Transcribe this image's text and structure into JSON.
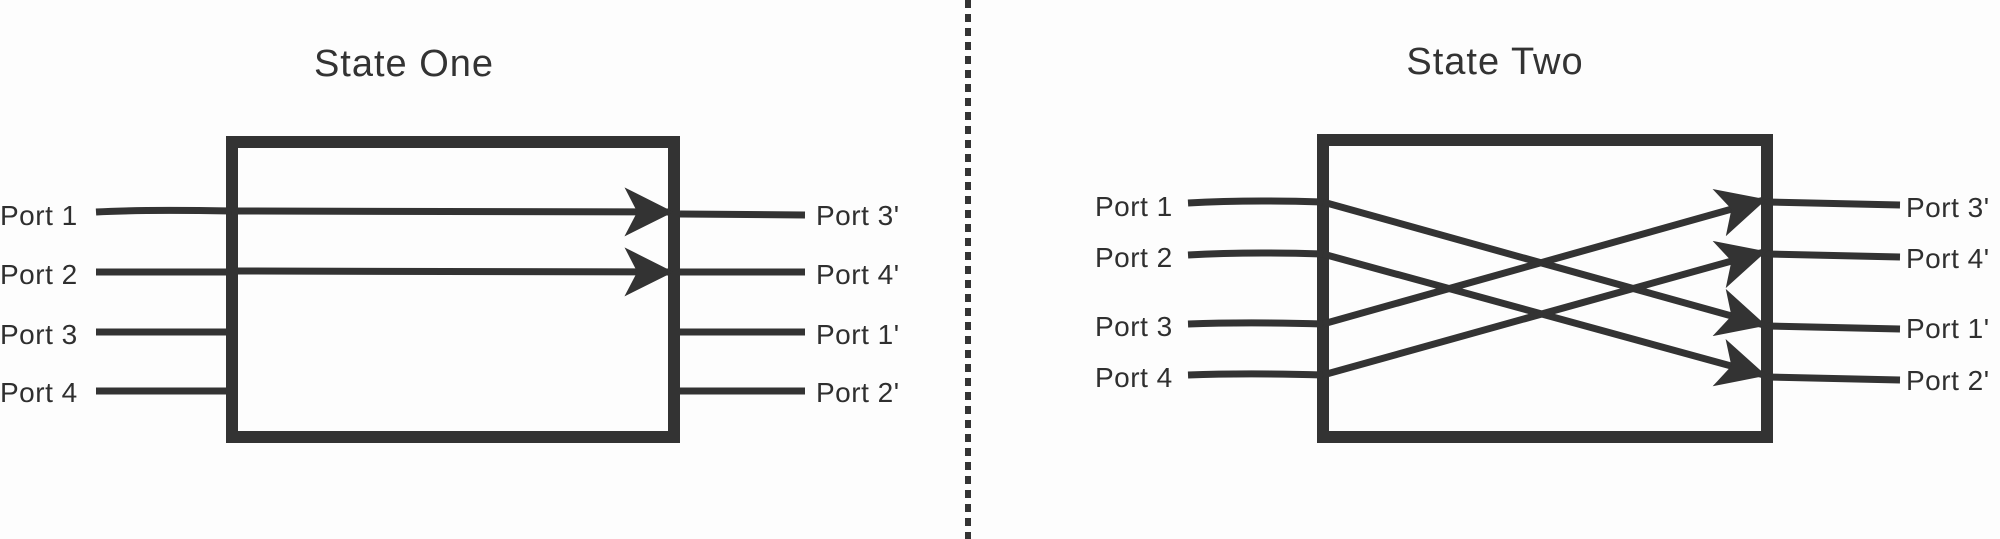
{
  "state_one": {
    "title": "State One",
    "inputs": [
      "Port 1",
      "Port 2",
      "Port 3",
      "Port 4"
    ],
    "outputs": [
      "Port 3'",
      "Port 4'",
      "Port 1'",
      "Port 2'"
    ]
  },
  "state_two": {
    "title": "State Two",
    "inputs": [
      "Port 1",
      "Port 2",
      "Port 3",
      "Port 4"
    ],
    "outputs": [
      "Port 3'",
      "Port 4'",
      "Port 1'",
      "Port 2'"
    ]
  },
  "colors": {
    "ink": "#333333",
    "background": "#fdfdfd"
  }
}
